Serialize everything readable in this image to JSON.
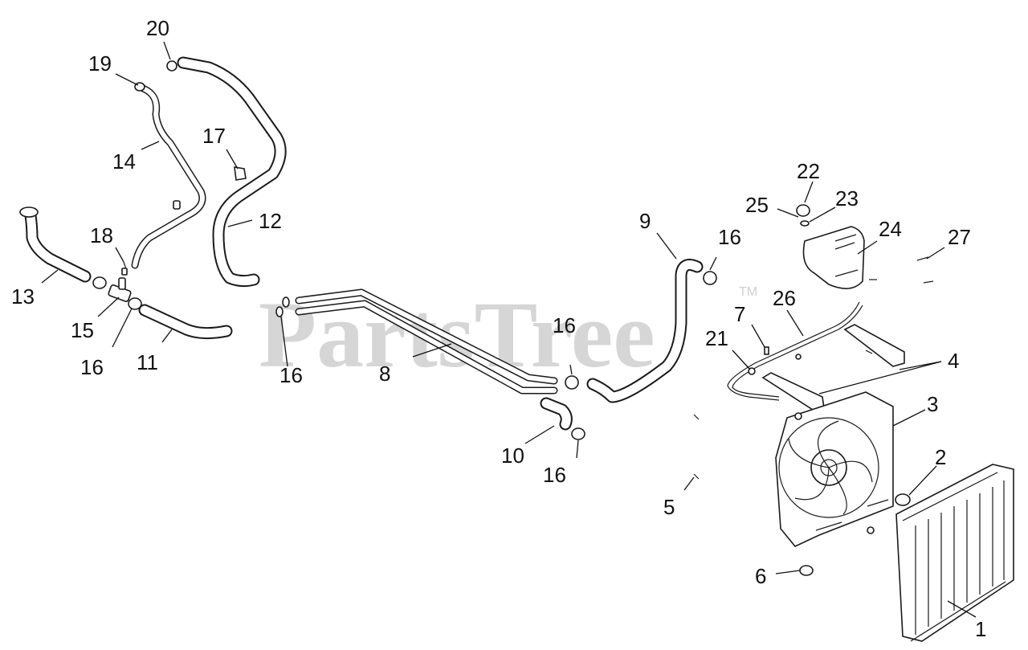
{
  "watermark": {
    "text": "PartsTree",
    "trademark": "TM"
  },
  "callouts": {
    "c1": "1",
    "c2": "2",
    "c3": "3",
    "c4": "4",
    "c5": "5",
    "c6": "6",
    "c7": "7",
    "c8": "8",
    "c9": "9",
    "c10": "10",
    "c11": "11",
    "c12": "12",
    "c13": "13",
    "c14": "14",
    "c15": "15",
    "c16a": "16",
    "c16b": "16",
    "c16c": "16",
    "c16d": "16",
    "c16e": "16",
    "c17": "17",
    "c18": "18",
    "c19": "19",
    "c20": "20",
    "c21": "21",
    "c22": "22",
    "c23": "23",
    "c24": "24",
    "c25": "25",
    "c26": "26",
    "c27": "27"
  },
  "colors": {
    "line": "#1a1a1a",
    "watermark": "#d6d6d6",
    "background": "#ffffff"
  }
}
